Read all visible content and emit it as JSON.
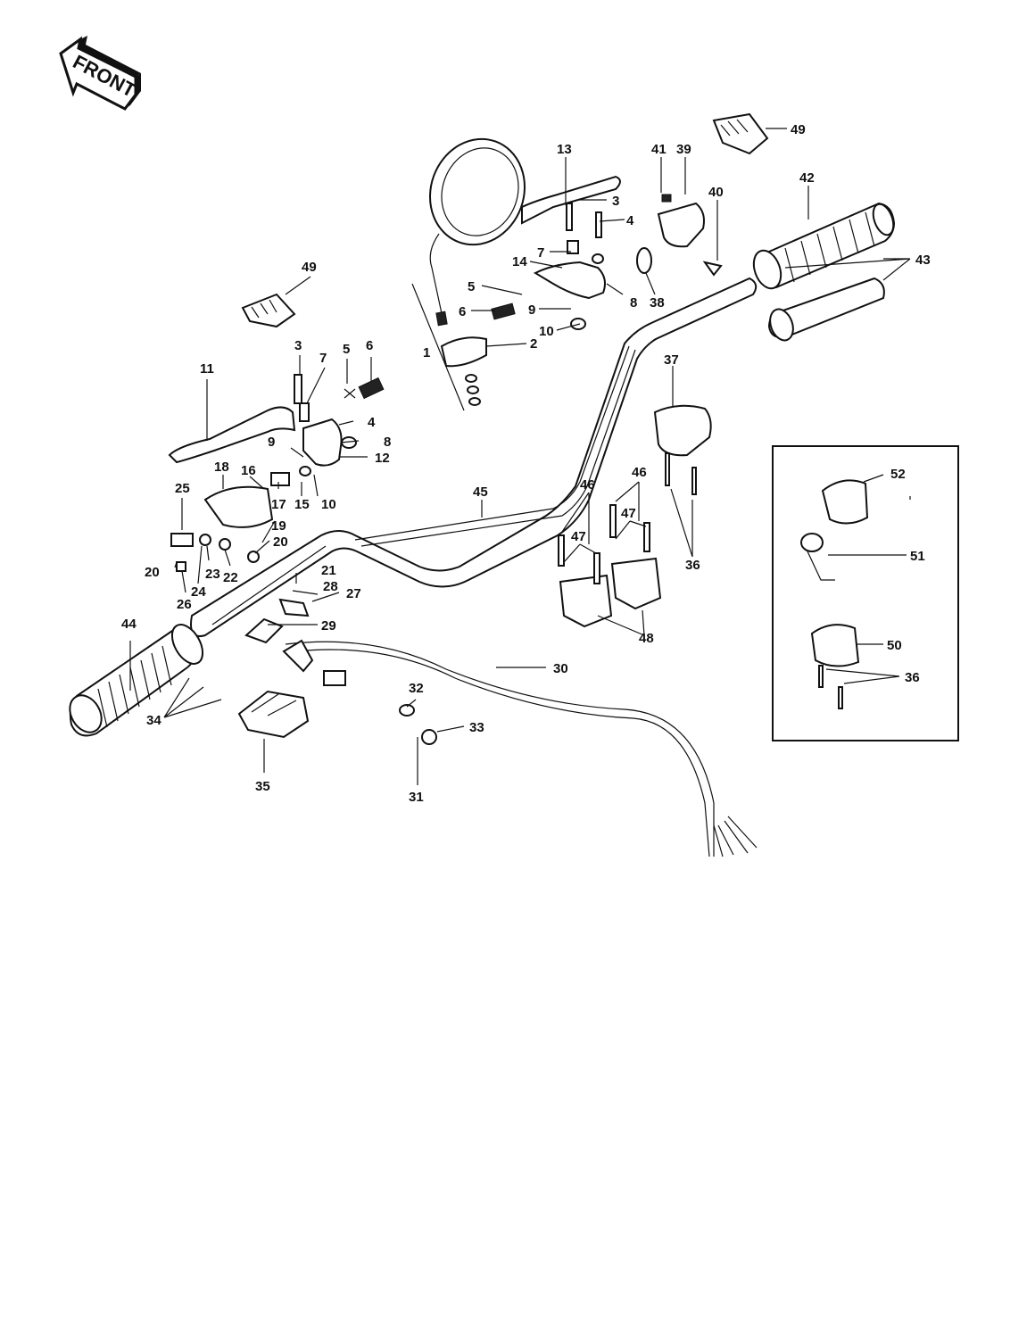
{
  "front_arrow": {
    "text": "FRONT"
  },
  "callouts": [
    {
      "id": "c49a",
      "text": "49"
    },
    {
      "id": "c13",
      "text": "13"
    },
    {
      "id": "c41",
      "text": "41"
    },
    {
      "id": "c39",
      "text": "39"
    },
    {
      "id": "c3a",
      "text": "3"
    },
    {
      "id": "c4a",
      "text": "4"
    },
    {
      "id": "c7a",
      "text": "7"
    },
    {
      "id": "c40",
      "text": "40"
    },
    {
      "id": "c42",
      "text": "42"
    },
    {
      "id": "c43",
      "text": "43"
    },
    {
      "id": "c14",
      "text": "14"
    },
    {
      "id": "c5a",
      "text": "5"
    },
    {
      "id": "c8a",
      "text": "8"
    },
    {
      "id": "c38",
      "text": "38"
    },
    {
      "id": "c6a",
      "text": "6"
    },
    {
      "id": "c9a",
      "text": "9"
    },
    {
      "id": "c10a",
      "text": "10"
    },
    {
      "id": "c2",
      "text": "2"
    },
    {
      "id": "c1",
      "text": "1"
    },
    {
      "id": "c49b",
      "text": "49"
    },
    {
      "id": "c3b",
      "text": "3"
    },
    {
      "id": "c7b",
      "text": "7"
    },
    {
      "id": "c5b",
      "text": "5"
    },
    {
      "id": "c6b",
      "text": "6"
    },
    {
      "id": "c11",
      "text": "11"
    },
    {
      "id": "c4b",
      "text": "4"
    },
    {
      "id": "c8b",
      "text": "8"
    },
    {
      "id": "c9b",
      "text": "9"
    },
    {
      "id": "c12",
      "text": "12"
    },
    {
      "id": "c10b",
      "text": "10"
    },
    {
      "id": "c37",
      "text": "37"
    },
    {
      "id": "c18",
      "text": "18"
    },
    {
      "id": "c16",
      "text": "16"
    },
    {
      "id": "c17",
      "text": "17"
    },
    {
      "id": "c15",
      "text": "15"
    },
    {
      "id": "c45",
      "text": "45"
    },
    {
      "id": "c25",
      "text": "25"
    },
    {
      "id": "c19",
      "text": "19"
    },
    {
      "id": "c20a",
      "text": "20"
    },
    {
      "id": "c20b",
      "text": "20"
    },
    {
      "id": "c23",
      "text": "23"
    },
    {
      "id": "c22",
      "text": "22"
    },
    {
      "id": "c24",
      "text": "24"
    },
    {
      "id": "c26",
      "text": "26"
    },
    {
      "id": "c46a",
      "text": "46"
    },
    {
      "id": "c46b",
      "text": "46"
    },
    {
      "id": "c47a",
      "text": "47"
    },
    {
      "id": "c47b",
      "text": "47"
    },
    {
      "id": "c36a",
      "text": "36"
    },
    {
      "id": "c48",
      "text": "48"
    },
    {
      "id": "c21",
      "text": "21"
    },
    {
      "id": "c28",
      "text": "28"
    },
    {
      "id": "c27",
      "text": "27"
    },
    {
      "id": "c29",
      "text": "29"
    },
    {
      "id": "c44",
      "text": "44"
    },
    {
      "id": "c30",
      "text": "30"
    },
    {
      "id": "c32",
      "text": "32"
    },
    {
      "id": "c34",
      "text": "34"
    },
    {
      "id": "c33",
      "text": "33"
    },
    {
      "id": "c35",
      "text": "35"
    },
    {
      "id": "c31",
      "text": "31"
    },
    {
      "id": "c52",
      "text": "52"
    },
    {
      "id": "c51",
      "text": "51"
    },
    {
      "id": "c50",
      "text": "50"
    },
    {
      "id": "c36b",
      "text": "36"
    }
  ]
}
